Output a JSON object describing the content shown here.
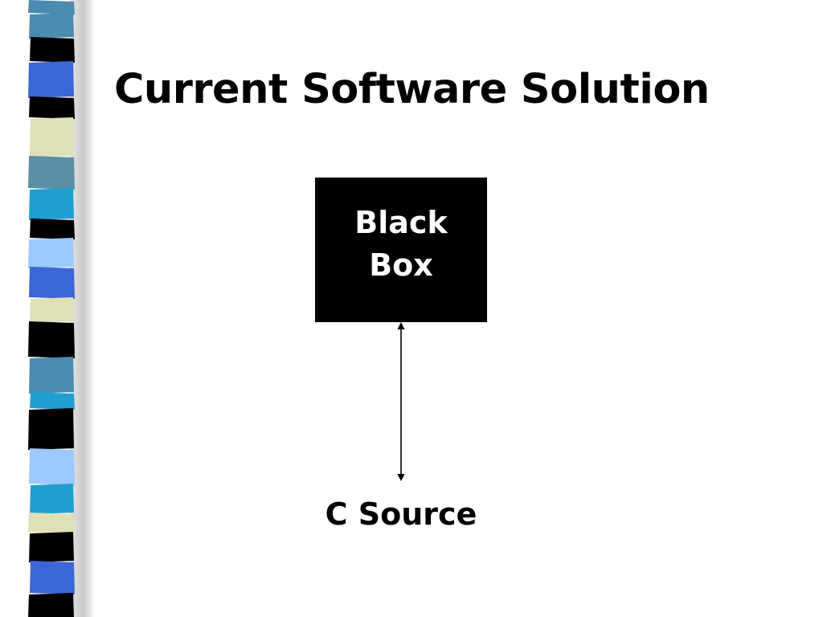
{
  "slide": {
    "title": "Current Software Solution"
  },
  "diagram": {
    "box": {
      "label": "Black\nBox",
      "fill": "#000000",
      "text_color": "#ffffff"
    },
    "source": {
      "label": "C Source"
    },
    "connector": {
      "style": "double-headed arrow",
      "from": "box",
      "to": "source"
    }
  },
  "theme": {
    "strip_colors": [
      "#4a8bb0",
      "#000000",
      "#3a66d6",
      "#dfe0b5",
      "#1f9fd0",
      "#9dc9ff",
      "#5b8fa5"
    ]
  }
}
